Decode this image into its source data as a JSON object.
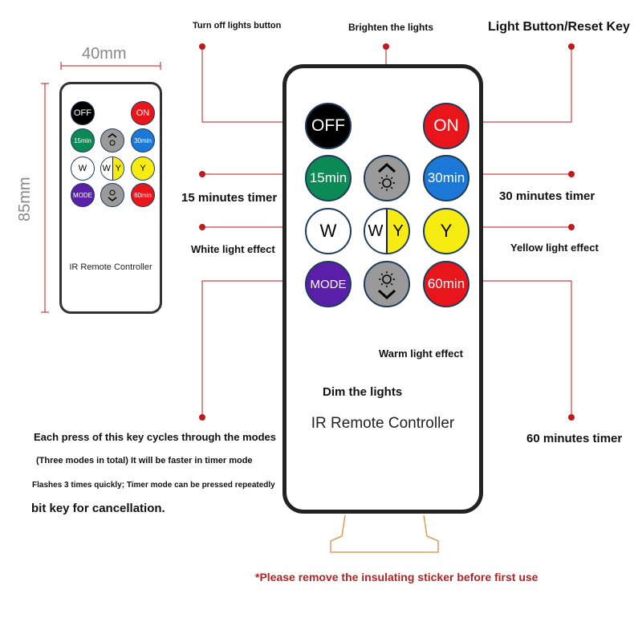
{
  "dimensions": {
    "width_label": "40mm",
    "height_label": "85mm"
  },
  "remote": {
    "caption": "IR Remote Controller",
    "buttons": {
      "off": "OFF",
      "on": "ON",
      "min15": "15min",
      "min30": "30min",
      "w": "W",
      "wy_w": "W",
      "wy_y": "Y",
      "y": "Y",
      "mode": "MODE",
      "min60": "60min"
    }
  },
  "annotations": {
    "turn_off": "Turn off lights button",
    "brighten": "Brighten the lights",
    "light_reset": "Light Button/Reset Key",
    "timer15": "15 minutes timer",
    "timer30": "30 minutes timer",
    "white": "White light effect",
    "yellow": "Yellow light effect",
    "warm": "Warm light effect",
    "dim": "Dim the lights",
    "mode_line1": "Each press of this key cycles through the modes",
    "mode_line2": "(Three modes in total) It will be faster in timer mode",
    "mode_line3": "Flashes 3 times quickly; Timer mode can be pressed repeatedly",
    "mode_line4": "bit key for cancellation.",
    "timer60": "60 minutes timer"
  },
  "notice": "*Please remove the insulating sticker before first use",
  "colors": {
    "off": "#000000",
    "on": "#e8161b",
    "green": "#0c8a55",
    "blue": "#1b78d6",
    "yellow": "#f7ec12",
    "purple": "#5a1fa8",
    "gray": "#9a9a9a",
    "line": "#c0181c",
    "dimension": "#c0181c"
  },
  "icons": [
    "brightness-up-icon",
    "brightness-down-icon"
  ]
}
